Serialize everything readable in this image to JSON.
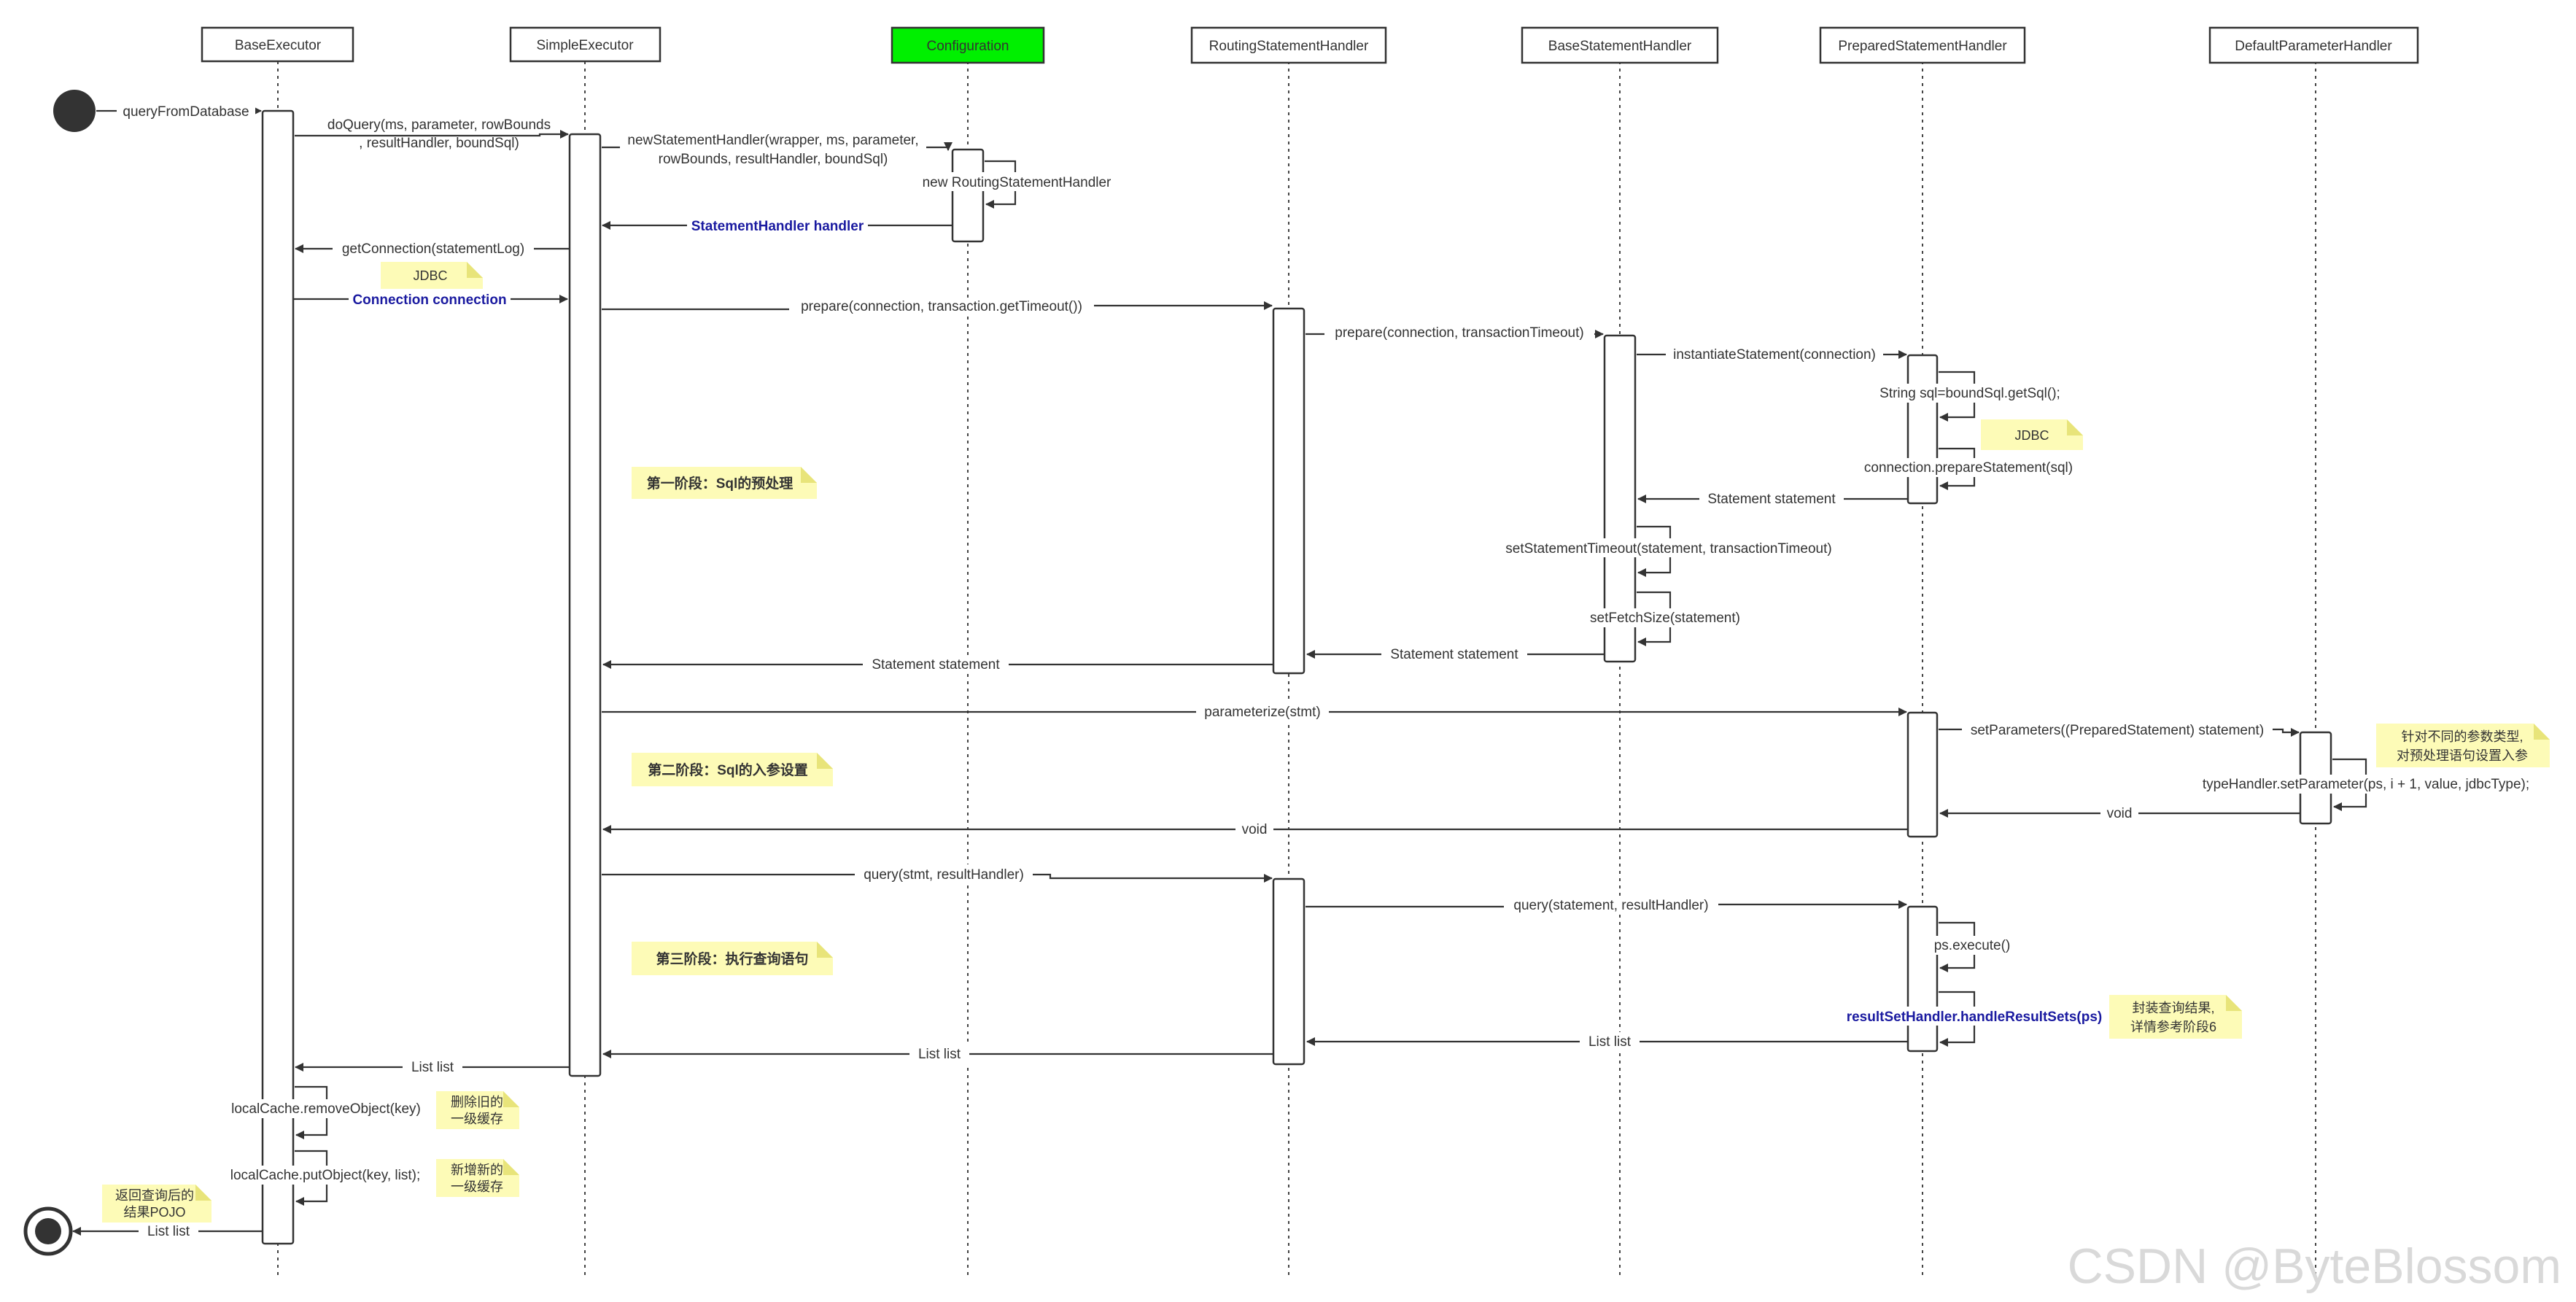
{
  "participants": [
    {
      "id": "base",
      "name": "BaseExecutor"
    },
    {
      "id": "simple",
      "name": "SimpleExecutor"
    },
    {
      "id": "config",
      "name": "Configuration",
      "fill": "#00f000"
    },
    {
      "id": "routing",
      "name": "RoutingStatementHandler"
    },
    {
      "id": "basesh",
      "name": "BaseStatementHandler"
    },
    {
      "id": "prepared",
      "name": "PreparedStatementHandler"
    },
    {
      "id": "defparam",
      "name": "DefaultParameterHandler"
    }
  ],
  "messages": [
    {
      "id": "m1",
      "text": "queryFromDatabase",
      "from": "start",
      "to": "base",
      "kind": "call"
    },
    {
      "id": "m2",
      "text": "doQuery(ms, parameter, rowBounds",
      "text2": ", resultHandler, boundSql)",
      "from": "base",
      "to": "simple",
      "kind": "call"
    },
    {
      "id": "m3",
      "text": "newStatementHandler(wrapper, ms, parameter,",
      "text2": "rowBounds, resultHandler, boundSql)",
      "from": "simple",
      "to": "config",
      "kind": "call"
    },
    {
      "id": "m4",
      "text": "new RoutingStatementHandler",
      "from": "config",
      "to": "config",
      "kind": "self"
    },
    {
      "id": "m5",
      "text": "StatementHandler handler",
      "from": "config",
      "to": "simple",
      "kind": "return",
      "emphasis": true
    },
    {
      "id": "m6",
      "text": "getConnection(statementLog)",
      "from": "simple",
      "to": "base",
      "kind": "call"
    },
    {
      "id": "m7",
      "text": "Connection connection",
      "from": "base",
      "to": "simple",
      "kind": "return",
      "emphasis": true
    },
    {
      "id": "m8",
      "text": "prepare(connection, transaction.getTimeout())",
      "from": "simple",
      "to": "routing",
      "kind": "call"
    },
    {
      "id": "m9",
      "text": "prepare(connection, transactionTimeout)",
      "from": "routing",
      "to": "basesh",
      "kind": "call"
    },
    {
      "id": "m10",
      "text": "instantiateStatement(connection)",
      "from": "basesh",
      "to": "prepared",
      "kind": "call"
    },
    {
      "id": "m11",
      "text": "String sql=boundSql.getSql();",
      "from": "prepared",
      "to": "prepared",
      "kind": "self"
    },
    {
      "id": "m12",
      "text": "connection.prepareStatement(sql)",
      "from": "prepared",
      "to": "prepared",
      "kind": "self"
    },
    {
      "id": "m13",
      "text": "Statement statement",
      "from": "prepared",
      "to": "basesh",
      "kind": "return"
    },
    {
      "id": "m14",
      "text": "setStatementTimeout(statement, transactionTimeout)",
      "from": "basesh",
      "to": "basesh",
      "kind": "self"
    },
    {
      "id": "m15",
      "text": "setFetchSize(statement)",
      "from": "basesh",
      "to": "basesh",
      "kind": "self"
    },
    {
      "id": "m16",
      "text": "Statement statement",
      "from": "basesh",
      "to": "routing",
      "kind": "return"
    },
    {
      "id": "m17",
      "text": "Statement statement",
      "from": "routing",
      "to": "simple",
      "kind": "return"
    },
    {
      "id": "m18",
      "text": "parameterize(stmt)",
      "from": "simple",
      "to": "prepared",
      "kind": "call"
    },
    {
      "id": "m19",
      "text": "setParameters((PreparedStatement) statement)",
      "from": "prepared",
      "to": "defparam",
      "kind": "call"
    },
    {
      "id": "m20",
      "text": "typeHandler.setParameter(ps, i + 1, value, jdbcType);",
      "from": "defparam",
      "to": "defparam",
      "kind": "self"
    },
    {
      "id": "m21",
      "text": "void",
      "from": "defparam",
      "to": "prepared",
      "kind": "return"
    },
    {
      "id": "m22",
      "text": "void",
      "from": "prepared",
      "to": "simple",
      "kind": "return"
    },
    {
      "id": "m23",
      "text": "query(stmt, resultHandler)",
      "from": "simple",
      "to": "routing",
      "kind": "call"
    },
    {
      "id": "m24",
      "text": "query(statement, resultHandler)",
      "from": "routing",
      "to": "prepared",
      "kind": "call"
    },
    {
      "id": "m25",
      "text": "ps.execute()",
      "from": "prepared",
      "to": "prepared",
      "kind": "self"
    },
    {
      "id": "m26",
      "text": "resultSetHandler.handleResultSets(ps)",
      "from": "prepared",
      "to": "prepared",
      "kind": "self",
      "emphasis": true
    },
    {
      "id": "m27",
      "text": "List list",
      "from": "prepared",
      "to": "routing",
      "kind": "return"
    },
    {
      "id": "m28",
      "text": "List list",
      "from": "routing",
      "to": "simple",
      "kind": "return"
    },
    {
      "id": "m29",
      "text": "List list",
      "from": "simple",
      "to": "base",
      "kind": "return"
    },
    {
      "id": "m30",
      "text": "localCache.removeObject(key)",
      "from": "base",
      "to": "base",
      "kind": "self"
    },
    {
      "id": "m31",
      "text": "localCache.putObject(key, list);",
      "from": "base",
      "to": "base",
      "kind": "self"
    },
    {
      "id": "m32",
      "text": "List list",
      "from": "base",
      "to": "end",
      "kind": "return"
    }
  ],
  "notes": [
    {
      "id": "n1",
      "lines": [
        "JDBC"
      ]
    },
    {
      "id": "n2",
      "lines": [
        "第一阶段：Sql的预处理"
      ]
    },
    {
      "id": "n3",
      "lines": [
        "JDBC"
      ]
    },
    {
      "id": "n4",
      "lines": [
        "第二阶段：Sql的入参设置"
      ]
    },
    {
      "id": "n5",
      "lines": [
        "针对不同的参数类型,",
        "对预处理语句设置入参"
      ]
    },
    {
      "id": "n6",
      "lines": [
        "第三阶段：执行查询语句"
      ]
    },
    {
      "id": "n7",
      "lines": [
        "封装查询结果,",
        "详情参考阶段6"
      ]
    },
    {
      "id": "n8",
      "lines": [
        "删除旧的",
        "一级缓存"
      ]
    },
    {
      "id": "n9",
      "lines": [
        "新增新的",
        "一级缓存"
      ]
    },
    {
      "id": "n10",
      "lines": [
        "返回查询后的",
        "结果POJO"
      ]
    }
  ],
  "watermark": "CSDN @ByteBlossom"
}
